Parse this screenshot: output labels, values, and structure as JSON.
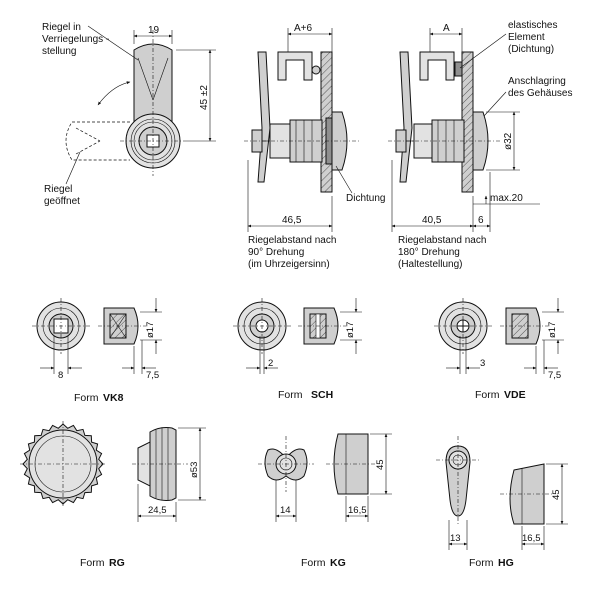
{
  "top": {
    "latch_locked": "Riegel in Verriegelungs-stellung",
    "latch_locked_lines": [
      "Riegel in",
      "Verriegelungs -",
      "stellung"
    ],
    "latch_open_lines": [
      "Riegel",
      "geöffnet"
    ],
    "dim_19": "19",
    "dim_45": "45 ±2",
    "dim_a6": "A+6",
    "dim_a": "A",
    "dim_46_5": "46,5",
    "dim_40_5": "40,5",
    "dim_6": "6",
    "dim_max20": "max.20",
    "dim_32": "ø32",
    "label_seal": "Dichtung",
    "label_elastic_lines": [
      "elastisches",
      "Element",
      "(Dichtung)"
    ],
    "label_ring_lines": [
      "Anschlagring",
      "des Gehäuses"
    ],
    "caption_left_lines": [
      "Riegelabstand nach",
      "90° Drehung",
      "(im Uhrzeigersinn)"
    ],
    "caption_right_lines": [
      "Riegelabstand nach",
      "180° Drehung",
      "(Haltestellung)"
    ]
  },
  "forms": {
    "vk8": {
      "prefix": "Form",
      "code": "VK8",
      "dim_a": "8",
      "dim_b": "7,5",
      "dim_d": "ø17"
    },
    "sch": {
      "prefix": "Form",
      "code": "SCH",
      "dim_a": "2",
      "dim_d": "ø17"
    },
    "vde": {
      "prefix": "Form",
      "code": "VDE",
      "dim_a": "3",
      "dim_b": "7,5",
      "dim_d": "ø17"
    },
    "rg": {
      "prefix": "Form",
      "code": "RG",
      "dim_a": "24,5",
      "dim_d": "ø53"
    },
    "kg": {
      "prefix": "Form",
      "code": "KG",
      "dim_a": "14",
      "dim_b": "16,5",
      "dim_h": "45"
    },
    "hg": {
      "prefix": "Form",
      "code": "HG",
      "dim_a": "13",
      "dim_b": "16,5",
      "dim_h": "45"
    }
  }
}
